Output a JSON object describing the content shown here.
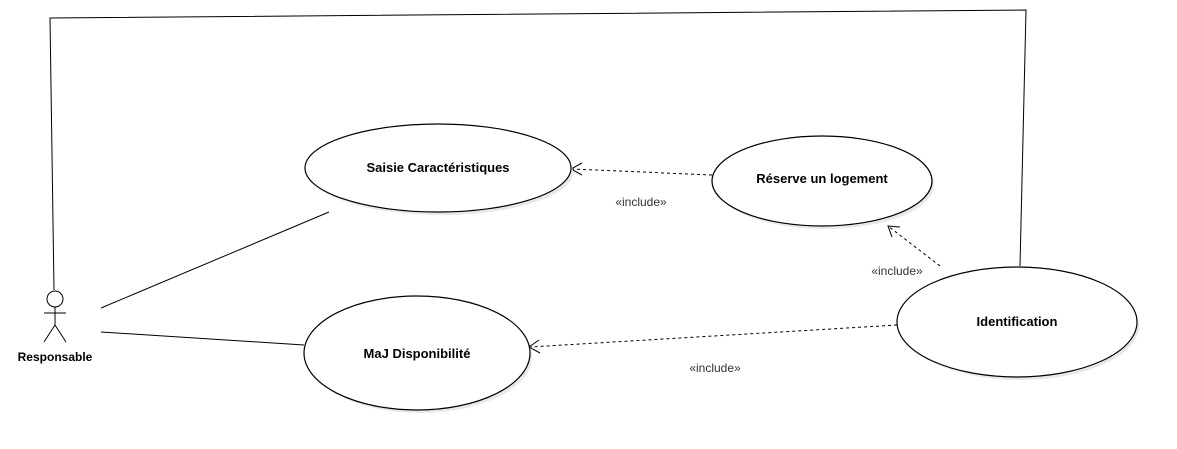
{
  "actor": {
    "name": "Responsable"
  },
  "use_cases": {
    "saisie": "Saisie Caractéristiques",
    "reserve": "Réserve un logement",
    "maj": "MaJ Disponibilité",
    "identification": "Identification"
  },
  "relations": {
    "reserve_to_saisie": "«include»",
    "identification_to_reserve": "«include»",
    "identification_to_maj": "«include»"
  }
}
